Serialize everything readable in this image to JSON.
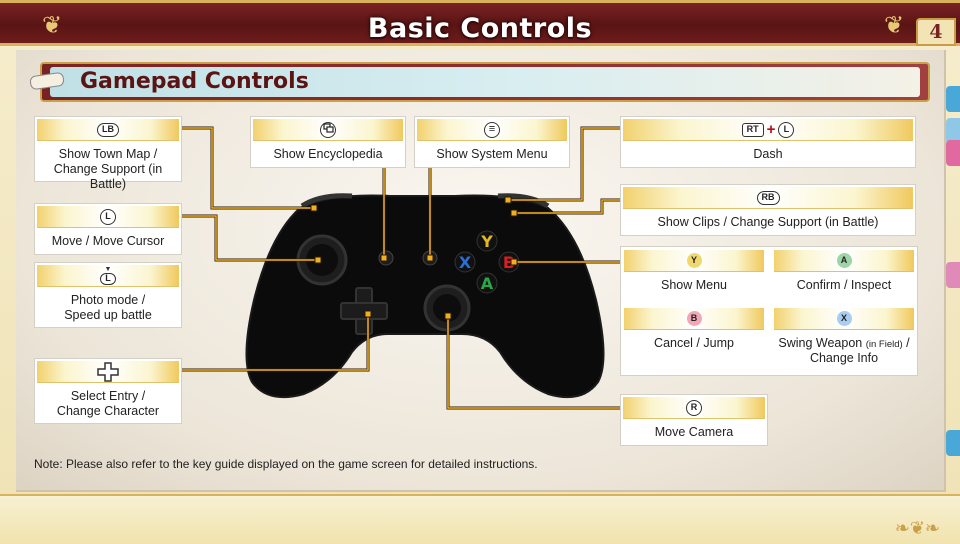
{
  "header": {
    "title": "Basic Controls",
    "page_number": "4"
  },
  "section": {
    "title": "Gamepad Controls"
  },
  "controls": {
    "lb": {
      "button": "LB",
      "label_line1": "Show Town Map /",
      "label_line2": "Change Support (in Battle)"
    },
    "l_stick": {
      "button": "L",
      "label": "Move / Move Cursor"
    },
    "l_click": {
      "button": "L",
      "label_line1": "Photo mode /",
      "label_line2": "Speed up battle"
    },
    "dpad": {
      "label_line1": "Select Entry /",
      "label_line2": "Change Character"
    },
    "view": {
      "label": "Show Encyclopedia"
    },
    "menu": {
      "label": "Show System Menu"
    },
    "rt_l": {
      "button1": "RT",
      "plus": "+",
      "button2": "L",
      "label": "Dash"
    },
    "rb": {
      "button": "RB",
      "label": "Show Clips / Change Support (in Battle)"
    },
    "y": {
      "button": "Y",
      "label": "Show Menu"
    },
    "a": {
      "button": "A",
      "label": "Confirm / Inspect"
    },
    "b": {
      "button": "B",
      "label": "Cancel / Jump"
    },
    "x": {
      "button": "X",
      "label_main": "Swing Weapon ",
      "label_small": "(in Field)",
      "label_tail": " /",
      "label_line2": "Change Info"
    },
    "r_stick": {
      "button": "R",
      "label": "Move Camera"
    }
  },
  "controller_buttons": {
    "y": "Y",
    "x": "X",
    "a": "A",
    "b": "B"
  },
  "note": "Note: Please also refer to the key guide displayed on the game screen for detailed instructions.",
  "colors": {
    "header": "#6d1c1c",
    "accent_gold": "#d8b25c",
    "y": "#e6b820",
    "x": "#2a6fd6",
    "a": "#2aa64a",
    "b": "#d82020",
    "line": "#e0a020"
  }
}
